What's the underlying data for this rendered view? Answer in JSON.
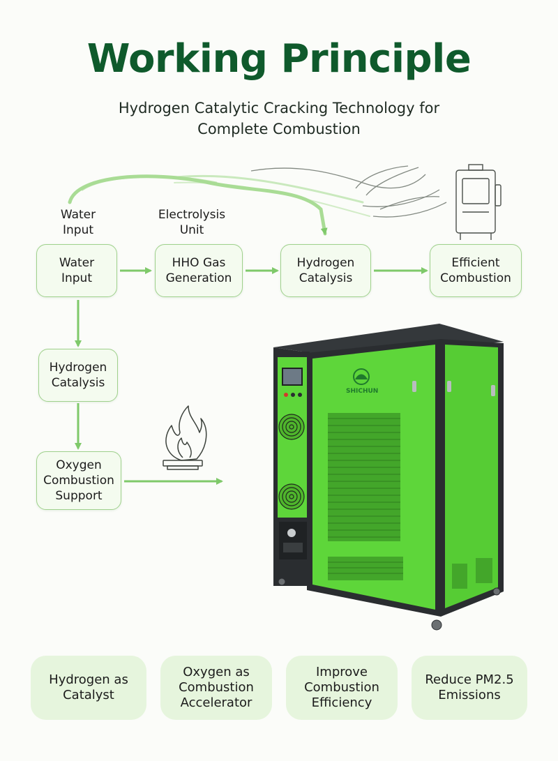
{
  "header": {
    "title": "Working Principle",
    "subtitle": "Hydrogen Catalytic Cracking Technology for\nComplete Combustion"
  },
  "top_labels": {
    "water_input": "Water\nInput",
    "electrolysis_unit": "Electrolysis\nUnit"
  },
  "flow_row": [
    {
      "label": "Water\nInput"
    },
    {
      "label": "HHO Gas\nGeneration"
    },
    {
      "label": "Hydrogen\nCatalysis"
    },
    {
      "label": "Efficient\nCombustion"
    }
  ],
  "flow_column": [
    {
      "label": "Hydrogen\nCatalysis"
    },
    {
      "label": "Oxygen\nCombustion\nSupport"
    }
  ],
  "machine": {
    "brand": "SHICHUN"
  },
  "benefits": [
    {
      "label": "Hydrogen as\nCatalyst"
    },
    {
      "label": "Oxygen as\nCombustion\nAccelerator"
    },
    {
      "label": "Improve\nCombustion\nEfficiency"
    },
    {
      "label": "Reduce PM2.5\nEmissions"
    }
  ],
  "colors": {
    "title_green": "#0f5a2c",
    "arrow_green": "#7fc96a",
    "box_border": "#9fd18c",
    "machine_green": "#5ed63a",
    "machine_frame": "#2a2d30",
    "pill_bg": "#e6f5dd"
  },
  "icons": [
    "flow-swirl-icon",
    "device-outline-icon",
    "flame-burner-icon"
  ]
}
